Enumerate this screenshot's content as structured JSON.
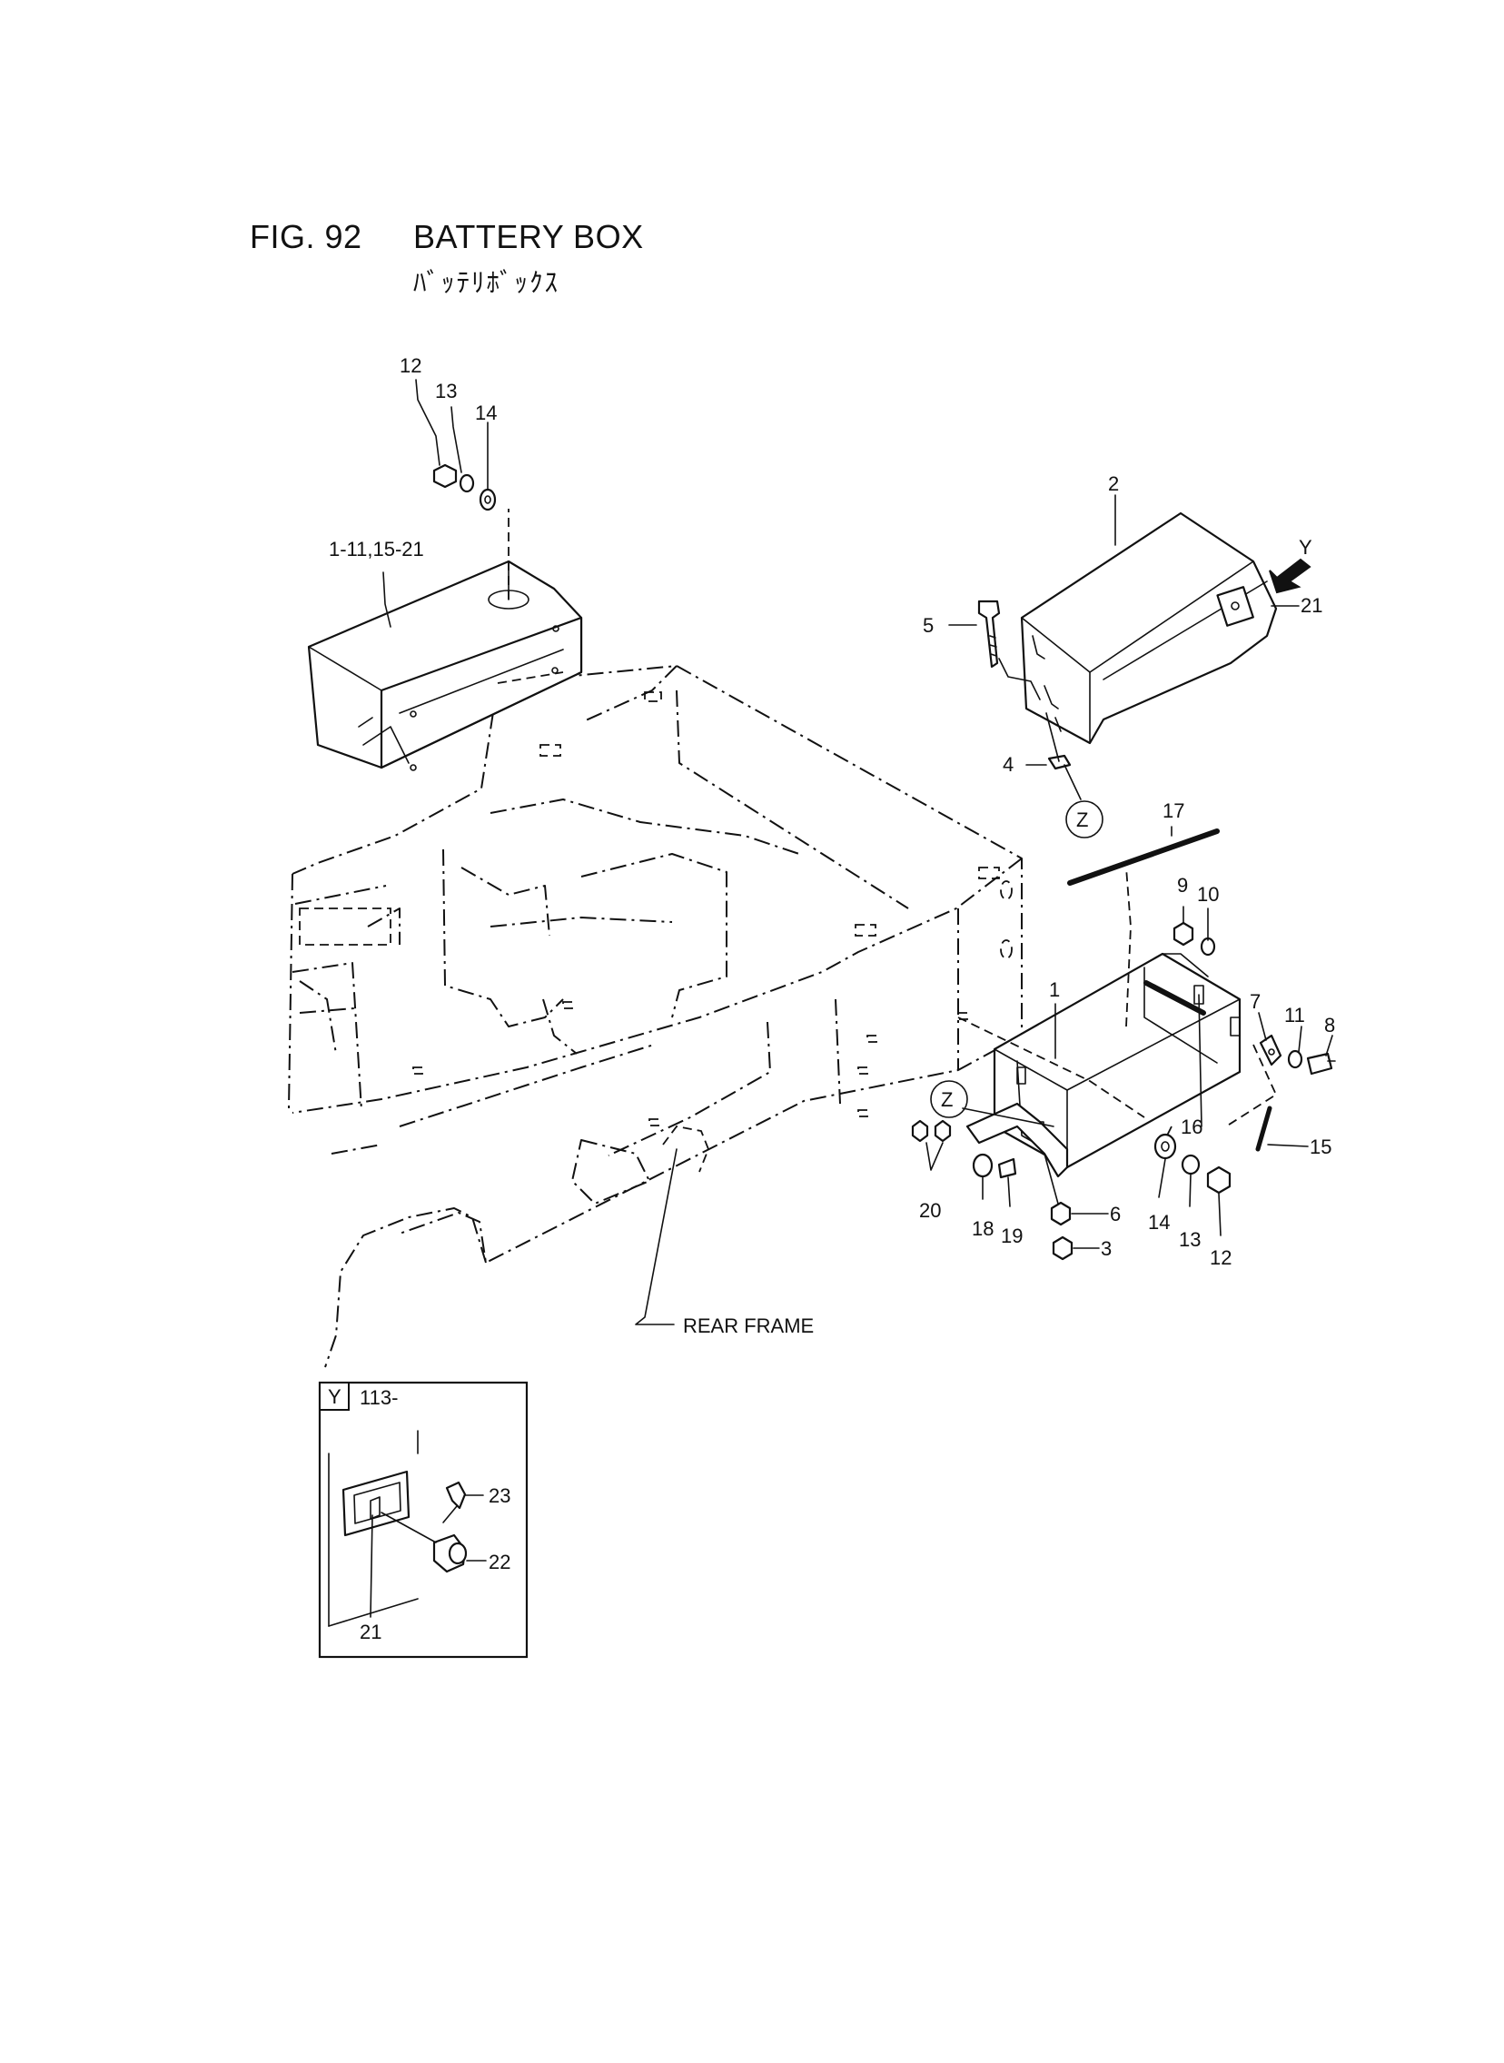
{
  "header": {
    "figure_number": "FIG. 92",
    "title": "BATTERY BOX",
    "subtitle": "ﾊﾞｯﾃﾘﾎﾞｯｸｽ"
  },
  "labels": {
    "assembly_ref": "1-11,15-21",
    "rear_frame": "REAR FRAME",
    "view_y_marker": "Y",
    "view_z_marker": "Z",
    "detail_view_letter": "Y",
    "detail_serial": "113-"
  },
  "callouts": {
    "p1": "1",
    "p2": "2",
    "p3": "3",
    "p4": "4",
    "p5": "5",
    "p6": "6",
    "p7": "7",
    "p8": "8",
    "p9": "9",
    "p10": "10",
    "p11": "11",
    "p12_top": "12",
    "p13_top": "13",
    "p14_top": "14",
    "p12_bottom": "12",
    "p13_bottom": "13",
    "p14_bottom": "14",
    "p15": "15",
    "p16": "16",
    "p17": "17",
    "p18": "18",
    "p19": "19",
    "p20": "20",
    "p21": "21",
    "p21_detail": "21",
    "p22": "22",
    "p23": "23"
  }
}
